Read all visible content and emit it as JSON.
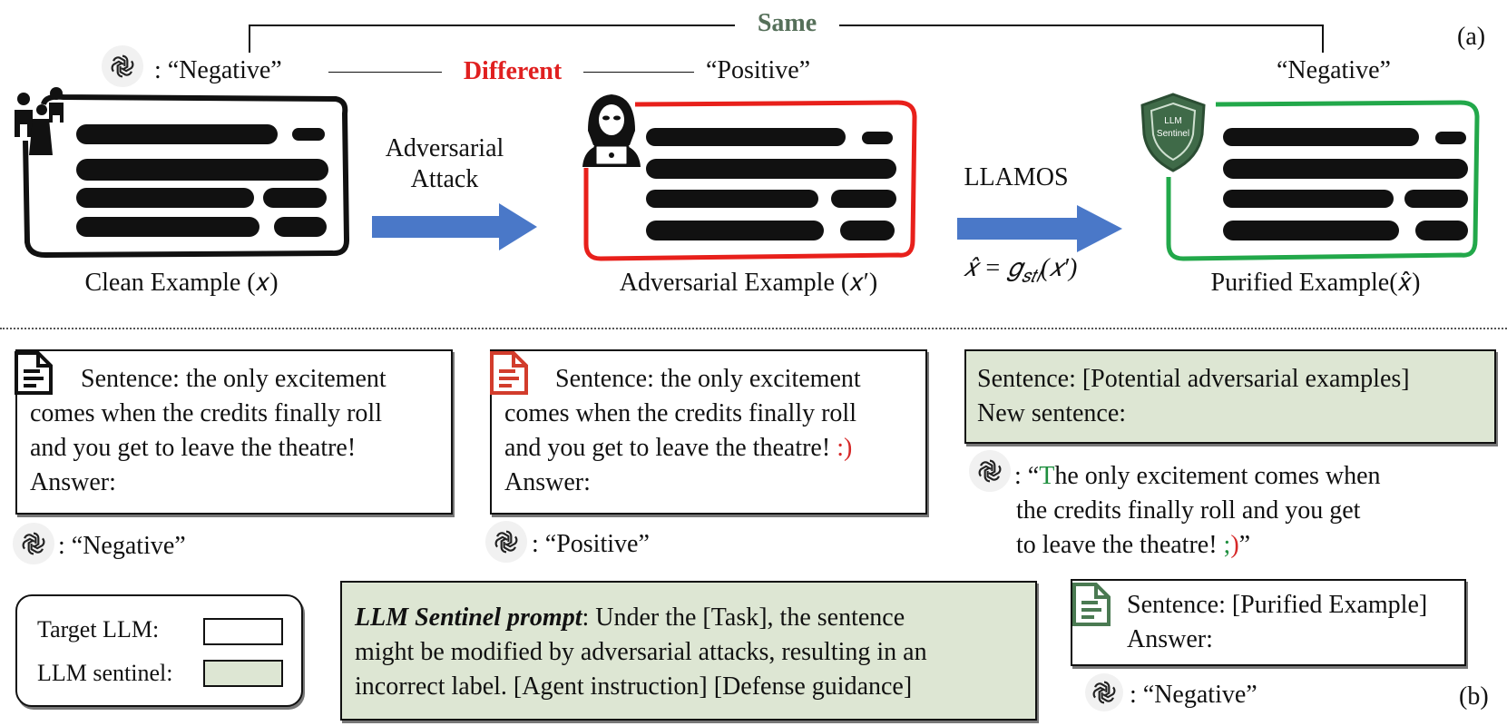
{
  "part_a": {
    "label": "(a)",
    "same_label": "Same",
    "different_label": "Different",
    "clean": {
      "prediction": ": “Negative”",
      "caption": "Clean Example (𝑥)"
    },
    "adversarial": {
      "prediction": "“Positive”",
      "caption": "Adversarial Example (𝑥′)"
    },
    "purified": {
      "prediction": "“Negative”",
      "caption": "Purified Example(𝑥̂)",
      "shield_text_1": "LLM",
      "shield_text_2": "Sentinel"
    },
    "arrow1": {
      "line1": "Adversarial",
      "line2": "Attack"
    },
    "arrow2": {
      "label": "LLAMOS",
      "formula": "𝑥̂ = 𝑔",
      "formula_sub": "𝑠𝑡𝑙",
      "formula_tail": "(𝑥′)"
    },
    "colors": {
      "clean_border": "#111111",
      "adv_border": "#e8201b",
      "pur_border": "#22a84a",
      "arrow": "#4a78c8",
      "same": "#56705a",
      "different": "#e02020"
    }
  },
  "part_b": {
    "label": "(b)",
    "clean_prompt": {
      "line1": "Sentence: the only excitement",
      "line2": "comes when the credits finally roll",
      "line3": "and you get to leave the theatre!",
      "line4": "Answer:"
    },
    "clean_answer": ": “Negative”",
    "adv_prompt": {
      "line1": "Sentence: the only excitement",
      "line2": "comes when the credits finally roll",
      "line3": "and you get to leave the theatre!",
      "line3_extra": ":)",
      "line4": "Answer:"
    },
    "adv_answer": ": “Positive”",
    "sentinel_input": {
      "line1": "Sentence: [Potential adversarial examples]",
      "line2": "New sentence:"
    },
    "sentinel_output": {
      "prefix": ": “",
      "changed_char": "T",
      "line1_rest": "he only excitement comes when",
      "line2": "the credits finally roll and you get",
      "line3": "to leave the theatre!",
      "changed_emoji_1": ";",
      "changed_emoji_2": ")",
      "suffix": "”"
    },
    "legend": {
      "target": "Target LLM:",
      "sentinel": "LLM sentinel:"
    },
    "sentinel_prompt": {
      "title": "LLM Sentinel prompt",
      "line1_rest": ": Under the [Task], the sentence",
      "line2": "might be modified by adversarial attacks, resulting in an",
      "line3": "incorrect label. [Agent instruction] [Defense guidance]"
    },
    "purified_prompt": {
      "line1": "Sentence: [Purified Example]",
      "line2": "Answer:"
    },
    "purified_answer": ": “Negative”",
    "colors": {
      "sentinel_fill": "#dde6d3",
      "doc_clean": "#111111",
      "doc_adv": "#d23c2c",
      "doc_pur": "#4a7a52"
    }
  }
}
